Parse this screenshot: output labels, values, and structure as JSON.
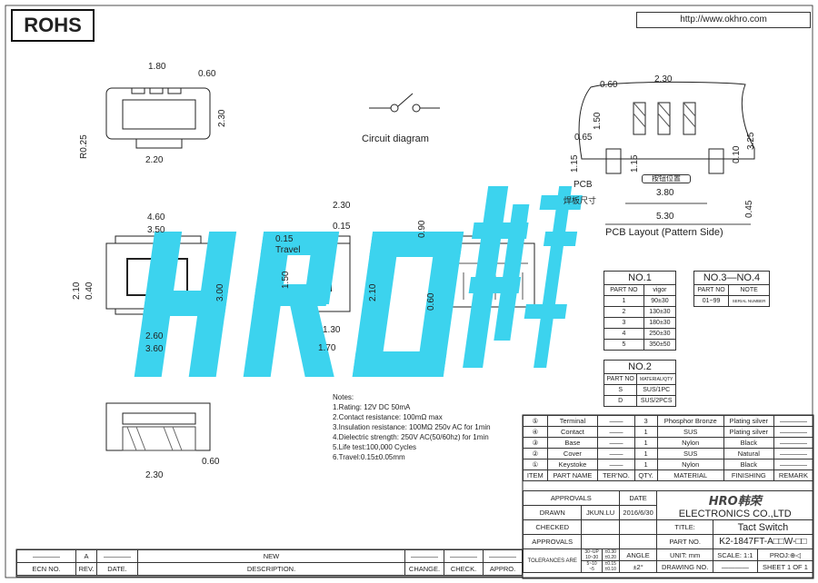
{
  "badge": "ROHS",
  "url": "http://www.okhro.com",
  "watermark": "HRO韩荣",
  "circuit_label": "Circuit diagram",
  "dims": [
    "1.80",
    "0.60",
    "2.30",
    "R0.25",
    "2.20",
    "4.60",
    "3.50",
    "2.10",
    "0.40",
    "3.00",
    "2.60",
    "3.60",
    "2.30",
    "0.15",
    "0.15",
    "Travel",
    "1.50",
    "2.10",
    "1.30",
    "1.70",
    "0.90",
    "0.60",
    "2.30",
    "0.60"
  ],
  "pcb": {
    "dims": [
      "2.30",
      "0.60",
      "1.50",
      "0.65",
      "1.15",
      "1.15",
      "3.25",
      "0.10",
      "PCB",
      "焊板尺寸",
      "按钮位置",
      "3.80",
      "5.30",
      "0.45"
    ],
    "title": "PCB Layout (Pattern Side)"
  },
  "notes": [
    "Notes:",
    "1.Rating: 12V DC 50mA",
    "2.Contact resistance: 100mΩ max",
    "3.Insulation resistance: 100MΩ 250v AC for 1min",
    "4.Dielectric strength: 250V AC(50/60hz) for 1min",
    "5.Life test:100,000 Cycles",
    "6.Travel:0.15±0.05mm"
  ],
  "no1": {
    "title": "NO.1",
    "headers": [
      "PART NO",
      "vigor"
    ],
    "rows": [
      [
        "1",
        "90±30"
      ],
      [
        "2",
        "130±30"
      ],
      [
        "3",
        "180±30"
      ],
      [
        "4",
        "250±30"
      ],
      [
        "5",
        "350±50"
      ]
    ]
  },
  "no2": {
    "title": "NO.2",
    "headers": [
      "PART NO",
      "MATERIAL/QTY"
    ],
    "rows": [
      [
        "S",
        "SUS/1PC"
      ],
      [
        "D",
        "SUS/2PCS"
      ]
    ]
  },
  "no34": {
    "title": "NO.3—NO.4",
    "headers": [
      "PART NO",
      "NOTE"
    ],
    "rows": [
      [
        "01~99",
        "SERIAL NUMBER"
      ]
    ]
  },
  "parts": {
    "rows": [
      [
        "⑤",
        "Terminal",
        "——",
        "3",
        "Phosphor Bronze",
        "Plating silver",
        "————"
      ],
      [
        "④",
        "Contact",
        "——",
        "1",
        "SUS",
        "Plating silver",
        "————"
      ],
      [
        "③",
        "Base",
        "——",
        "1",
        "Nylon",
        "Black",
        "————"
      ],
      [
        "②",
        "Cover",
        "——",
        "1",
        "SUS",
        "Natural",
        "————"
      ],
      [
        "①",
        "Keystoke",
        "——",
        "1",
        "Nylon",
        "Black",
        "————"
      ]
    ],
    "headers": [
      "ITEM",
      "PART NAME",
      "TER'NO.",
      "QTY.",
      "MATERIAL",
      "FINISHING",
      "REMARK"
    ]
  },
  "title_block": {
    "approvals": "APPROVALS",
    "date": "DATE",
    "company_logo": "HRO韩荣",
    "company": "ELECTRONICS CO.,LTD",
    "drawn": "DRAWN",
    "drawn_by": "JKUN.LU",
    "drawn_date": "2016/6/30",
    "checked": "CHECKED",
    "approvals2": "APPROVALS",
    "title_label": "TITLE:",
    "title": "Tact Switch",
    "part_no_label": "PART NO.",
    "part_no": "K2-1847FT-A□□W-□□",
    "tolerances": "TOLERANCES ARE",
    "tol_ranges": [
      "30~UP",
      "10~30",
      "5~10",
      "~5"
    ],
    "tol_values": [
      "±0.30",
      "±0.20",
      "±0.15",
      "±0.10"
    ],
    "angle": "ANGLE",
    "angle_val": "±2°",
    "unit": "UNIT: mm",
    "scale": "SCALE:  1:1",
    "proj": "PROJ:",
    "drawing_no": "DRAWING NO.",
    "drawing_no_val": "————",
    "sheet": "SHEET  1 OF 1"
  },
  "revision": {
    "row": [
      "————",
      "A",
      "————",
      "NEW",
      "————",
      "————",
      "————"
    ],
    "headers": [
      "ECN NO.",
      "REV.",
      "DATE.",
      "DESCRIPTION.",
      "CHANGE.",
      "CHECK.",
      "APPRO."
    ]
  }
}
